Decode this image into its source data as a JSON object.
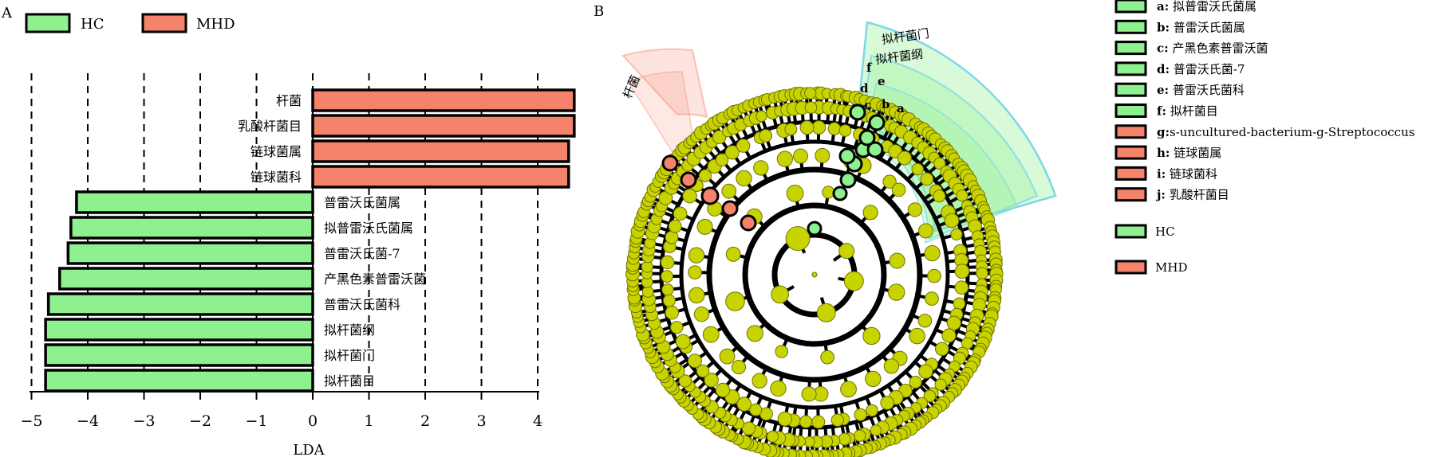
{
  "colors": {
    "hc": "#8ef08e",
    "mhd": "#f5826a",
    "node": "#c8d400",
    "node_stroke": "#707000"
  },
  "panel_a": {
    "letter": "A",
    "legend": [
      "HC",
      "MHD"
    ],
    "xlabel": "LDA",
    "ticks": [
      "−5",
      "−4",
      "−3",
      "−2",
      "−1",
      "0",
      "1",
      "2",
      "3",
      "4"
    ]
  },
  "chart_data": {
    "type": "bar",
    "orientation": "horizontal",
    "xlabel": "LDA",
    "xlim": [
      -5,
      4.6
    ],
    "grid": true,
    "legend_position": "top-left",
    "series": [
      {
        "name": "HC",
        "color": "#8ef08e"
      },
      {
        "name": "MHD",
        "color": "#f5826a"
      }
    ],
    "bars": [
      {
        "label": "杆菌",
        "value": 4.65,
        "group": "MHD"
      },
      {
        "label": "乳酸杆菌目",
        "value": 4.65,
        "group": "MHD"
      },
      {
        "label": "链球菌属",
        "value": 4.55,
        "group": "MHD"
      },
      {
        "label": "链球菌科",
        "value": 4.55,
        "group": "MHD"
      },
      {
        "label": "普雷沃氏菌属",
        "value": -4.2,
        "group": "HC"
      },
      {
        "label": "拟普雷沃氏菌属",
        "value": -4.3,
        "group": "HC"
      },
      {
        "label": "普雷沃氏菌-7",
        "value": -4.35,
        "group": "HC"
      },
      {
        "label": "产黑色素普雷沃菌",
        "value": -4.5,
        "group": "HC"
      },
      {
        "label": "普雷沃氏菌科",
        "value": -4.7,
        "group": "HC"
      },
      {
        "label": "拟杆菌纲",
        "value": -4.75,
        "group": "HC"
      },
      {
        "label": "拟杆菌门",
        "value": -4.75,
        "group": "HC"
      },
      {
        "label": "拟杆菌目",
        "value": -4.75,
        "group": "HC"
      }
    ]
  },
  "panel_b": {
    "letter": "B",
    "sector_labels": {
      "mhd": "杆菌",
      "hc_outer": "拟杆菌门",
      "hc_inner": "拟杆菌纲"
    },
    "markers": [
      "a",
      "b",
      "c",
      "d",
      "e",
      "f"
    ],
    "legend": [
      {
        "key": "a:",
        "text": " 拟普雷沃氏菌属",
        "group": "HC"
      },
      {
        "key": "b:",
        "text": " 普雷沃氏菌属",
        "group": "HC"
      },
      {
        "key": "c:",
        "text": " 产黑色素普雷沃菌",
        "group": "HC"
      },
      {
        "key": "d:",
        "text": " 普雷沃氏菌-7",
        "group": "HC"
      },
      {
        "key": "e:",
        "text": " 普雷沃氏菌科",
        "group": "HC"
      },
      {
        "key": "f:",
        "text": " 拟杆菌目",
        "group": "HC"
      },
      {
        "key": "g:",
        "text": "s-uncultured-bacterium-g-Streptococcus",
        "group": "MHD"
      },
      {
        "key": "h:",
        "text": " 链球菌属",
        "group": "MHD"
      },
      {
        "key": "i:",
        "text": " 链球菌科",
        "group": "MHD"
      },
      {
        "key": "j:",
        "text": " 乳酸杆菌目",
        "group": "MHD"
      }
    ],
    "class_legend": [
      "HC",
      "MHD"
    ]
  }
}
